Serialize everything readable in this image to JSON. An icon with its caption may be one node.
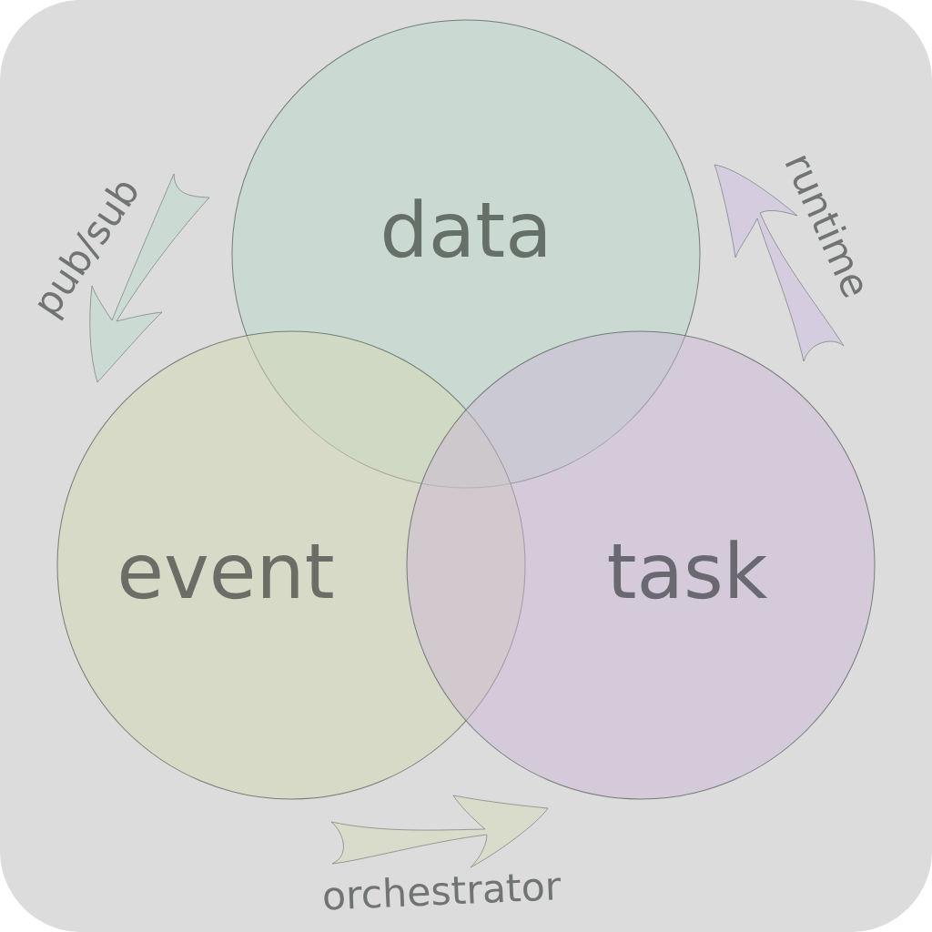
{
  "diagram": {
    "nodes": [
      {
        "text": [
          "data"
        ]
      },
      {
        "text": [
          "event"
        ]
      },
      {
        "text": [
          "task"
        ]
      }
    ],
    "edges": [
      {
        "from": 0,
        "to": 1,
        "arrow": "to",
        "label": "pub/sub",
        "color": "#cbdbd4"
      },
      {
        "from": 2,
        "to": 0,
        "arrow": "to",
        "label": "runtime",
        "color": "#d5cce0"
      },
      {
        "from": 1,
        "to": 2,
        "arrow": "to",
        "label": "orchestrator",
        "color": "#dadccb"
      }
    ]
  }
}
